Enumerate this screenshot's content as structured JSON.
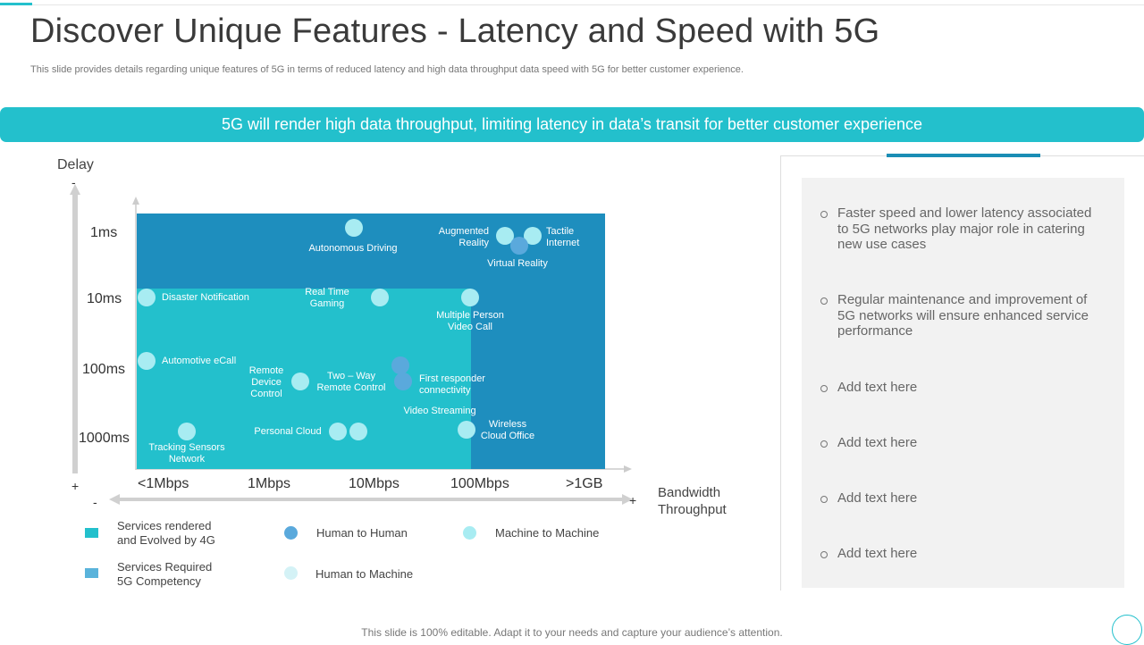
{
  "title": "Discover Unique Features - Latency and Speed with 5G",
  "subtitle": "This slide provides details regarding unique features of 5G in terms of reduced latency and high data throughput data speed with 5G for better customer experience.",
  "banner": "5G will render high data throughput, limiting latency in data’s transit for better customer experience",
  "diagram": {
    "y_title": "Delay",
    "y_top_sign": "-",
    "y_bottom_sign": "+",
    "y_ticks": [
      "1ms",
      "10ms",
      "100ms",
      "1000ms"
    ],
    "x_title_line1": "Bandwidth",
    "x_title_line2": "Throughput",
    "x_left_sign": "-",
    "x_right_sign": "+",
    "x_ticks": [
      "<1Mbps",
      "1Mbps",
      "10Mbps",
      "100Mbps",
      ">1GB"
    ],
    "points": [
      {
        "label": "Autonomous Driving",
        "type": "machine_to_machine"
      },
      {
        "label": "Augmented Reality",
        "type": "machine_to_machine"
      },
      {
        "label": "Tactile Internet",
        "type": "machine_to_machine"
      },
      {
        "label": "Virtual Reality",
        "type": "human_to_human"
      },
      {
        "label": "Disaster Notification",
        "type": "machine_to_machine"
      },
      {
        "label": "Real Time Gaming",
        "type": "machine_to_machine"
      },
      {
        "label": "Multiple Person Video Call",
        "type": "machine_to_machine"
      },
      {
        "label": "Automotive eCall",
        "type": "machine_to_machine"
      },
      {
        "label": "Remote Device Control",
        "type": "machine_to_machine"
      },
      {
        "label": "Two – Way Remote Control",
        "type": "human_to_human"
      },
      {
        "label": "First responder connectivity",
        "type": "human_to_human"
      },
      {
        "label": "Video Streaming",
        "type": "machine_to_machine"
      },
      {
        "label": "Wireless Cloud Office",
        "type": "machine_to_machine"
      },
      {
        "label": "Personal Cloud",
        "type": "machine_to_machine"
      },
      {
        "label": "Tracking Sensors Network",
        "type": "machine_to_machine"
      }
    ],
    "colors": {
      "region_5g": "#1e8ebe",
      "region_4g": "#23c0cc",
      "human_to_human": "#5aa9dc",
      "machine_to_machine": "#a8ecf2",
      "human_to_machine": "#d4f2f6",
      "axis": "#cccccc"
    }
  },
  "legend": {
    "services_4g_line1": "Services rendered",
    "services_4g_line2": "and Evolved  by 4G",
    "services_5g_line1": "Services Required",
    "services_5g_line2": "5G Competency",
    "human_to_human": "Human to Human",
    "machine_to_machine": "Machine to Machine",
    "human_to_machine": "Human to Machine"
  },
  "bullets": [
    "Faster speed and lower latency associated to 5G networks play major role in catering new use cases",
    "Regular maintenance and improvement of 5G networks will ensure enhanced service performance",
    "Add text here",
    "Add text here",
    "Add text here",
    "Add text here"
  ],
  "footer": "This slide is 100% editable. Adapt it to your needs and capture your audience’s attention."
}
